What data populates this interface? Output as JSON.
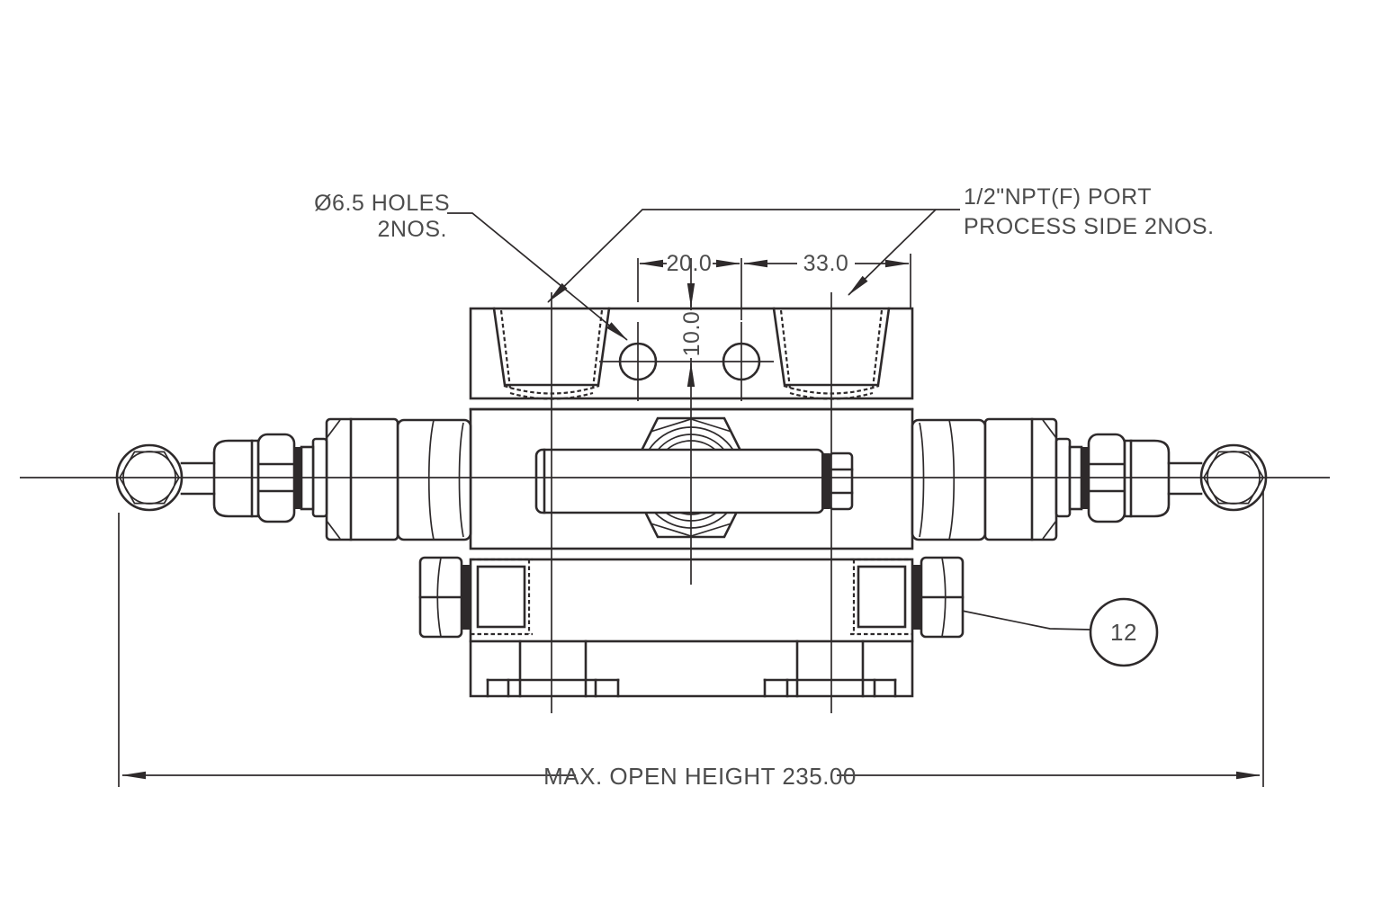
{
  "labels": {
    "holes_note_line1": "Ø6.5 HOLES",
    "holes_note_line2": "2NOS.",
    "port_note_line1": "1/2\"NPT(F) PORT",
    "port_note_line2": "PROCESS SIDE 2NOS.",
    "balloon_number": "12"
  },
  "dimensions": {
    "hole_spacing": "20.0",
    "port_to_edge": "33.0",
    "hole_offset": "10.0",
    "max_open_height": "MAX. OPEN HEIGHT 235.00"
  },
  "colors": {
    "line": "#2e2a2b",
    "text": "#4c4c4c",
    "background": "#ffffff"
  }
}
